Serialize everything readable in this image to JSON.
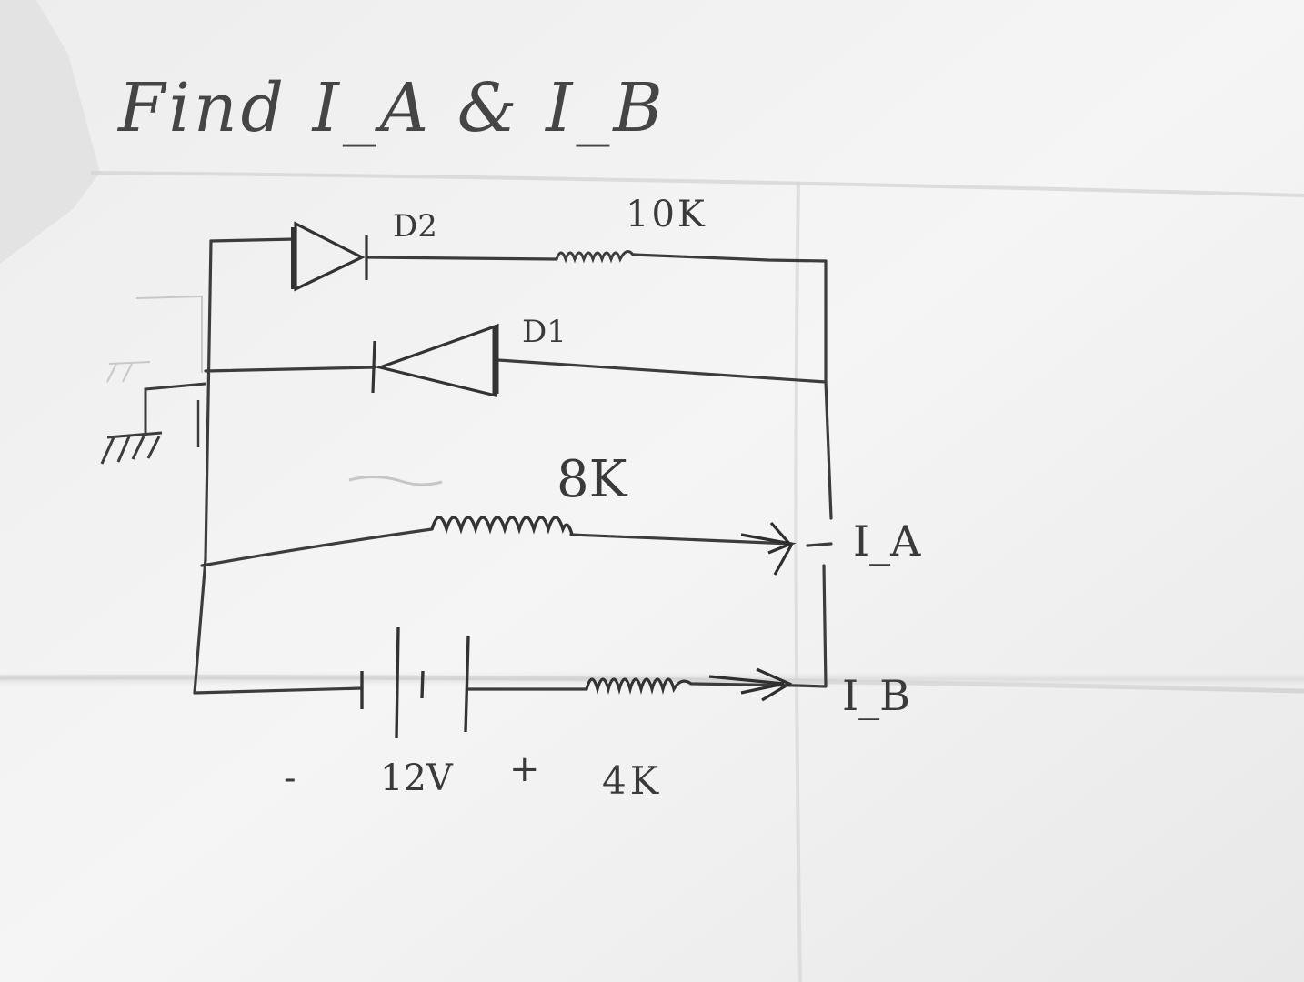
{
  "title": "Find I_A & I_B",
  "components": {
    "diode_top": "D2",
    "resistor_top": "10K",
    "diode_middle": "D1",
    "resistor_middle": "8K",
    "resistor_bottom": "4K",
    "battery": "12V",
    "battery_negative": "-",
    "battery_positive": "+"
  },
  "currents": {
    "a": "I_A",
    "b": "I_B"
  },
  "colors": {
    "paper": "#f2f2f2",
    "pencil": "#3a3a3a",
    "fold_shadow": "#d4d4d4"
  }
}
